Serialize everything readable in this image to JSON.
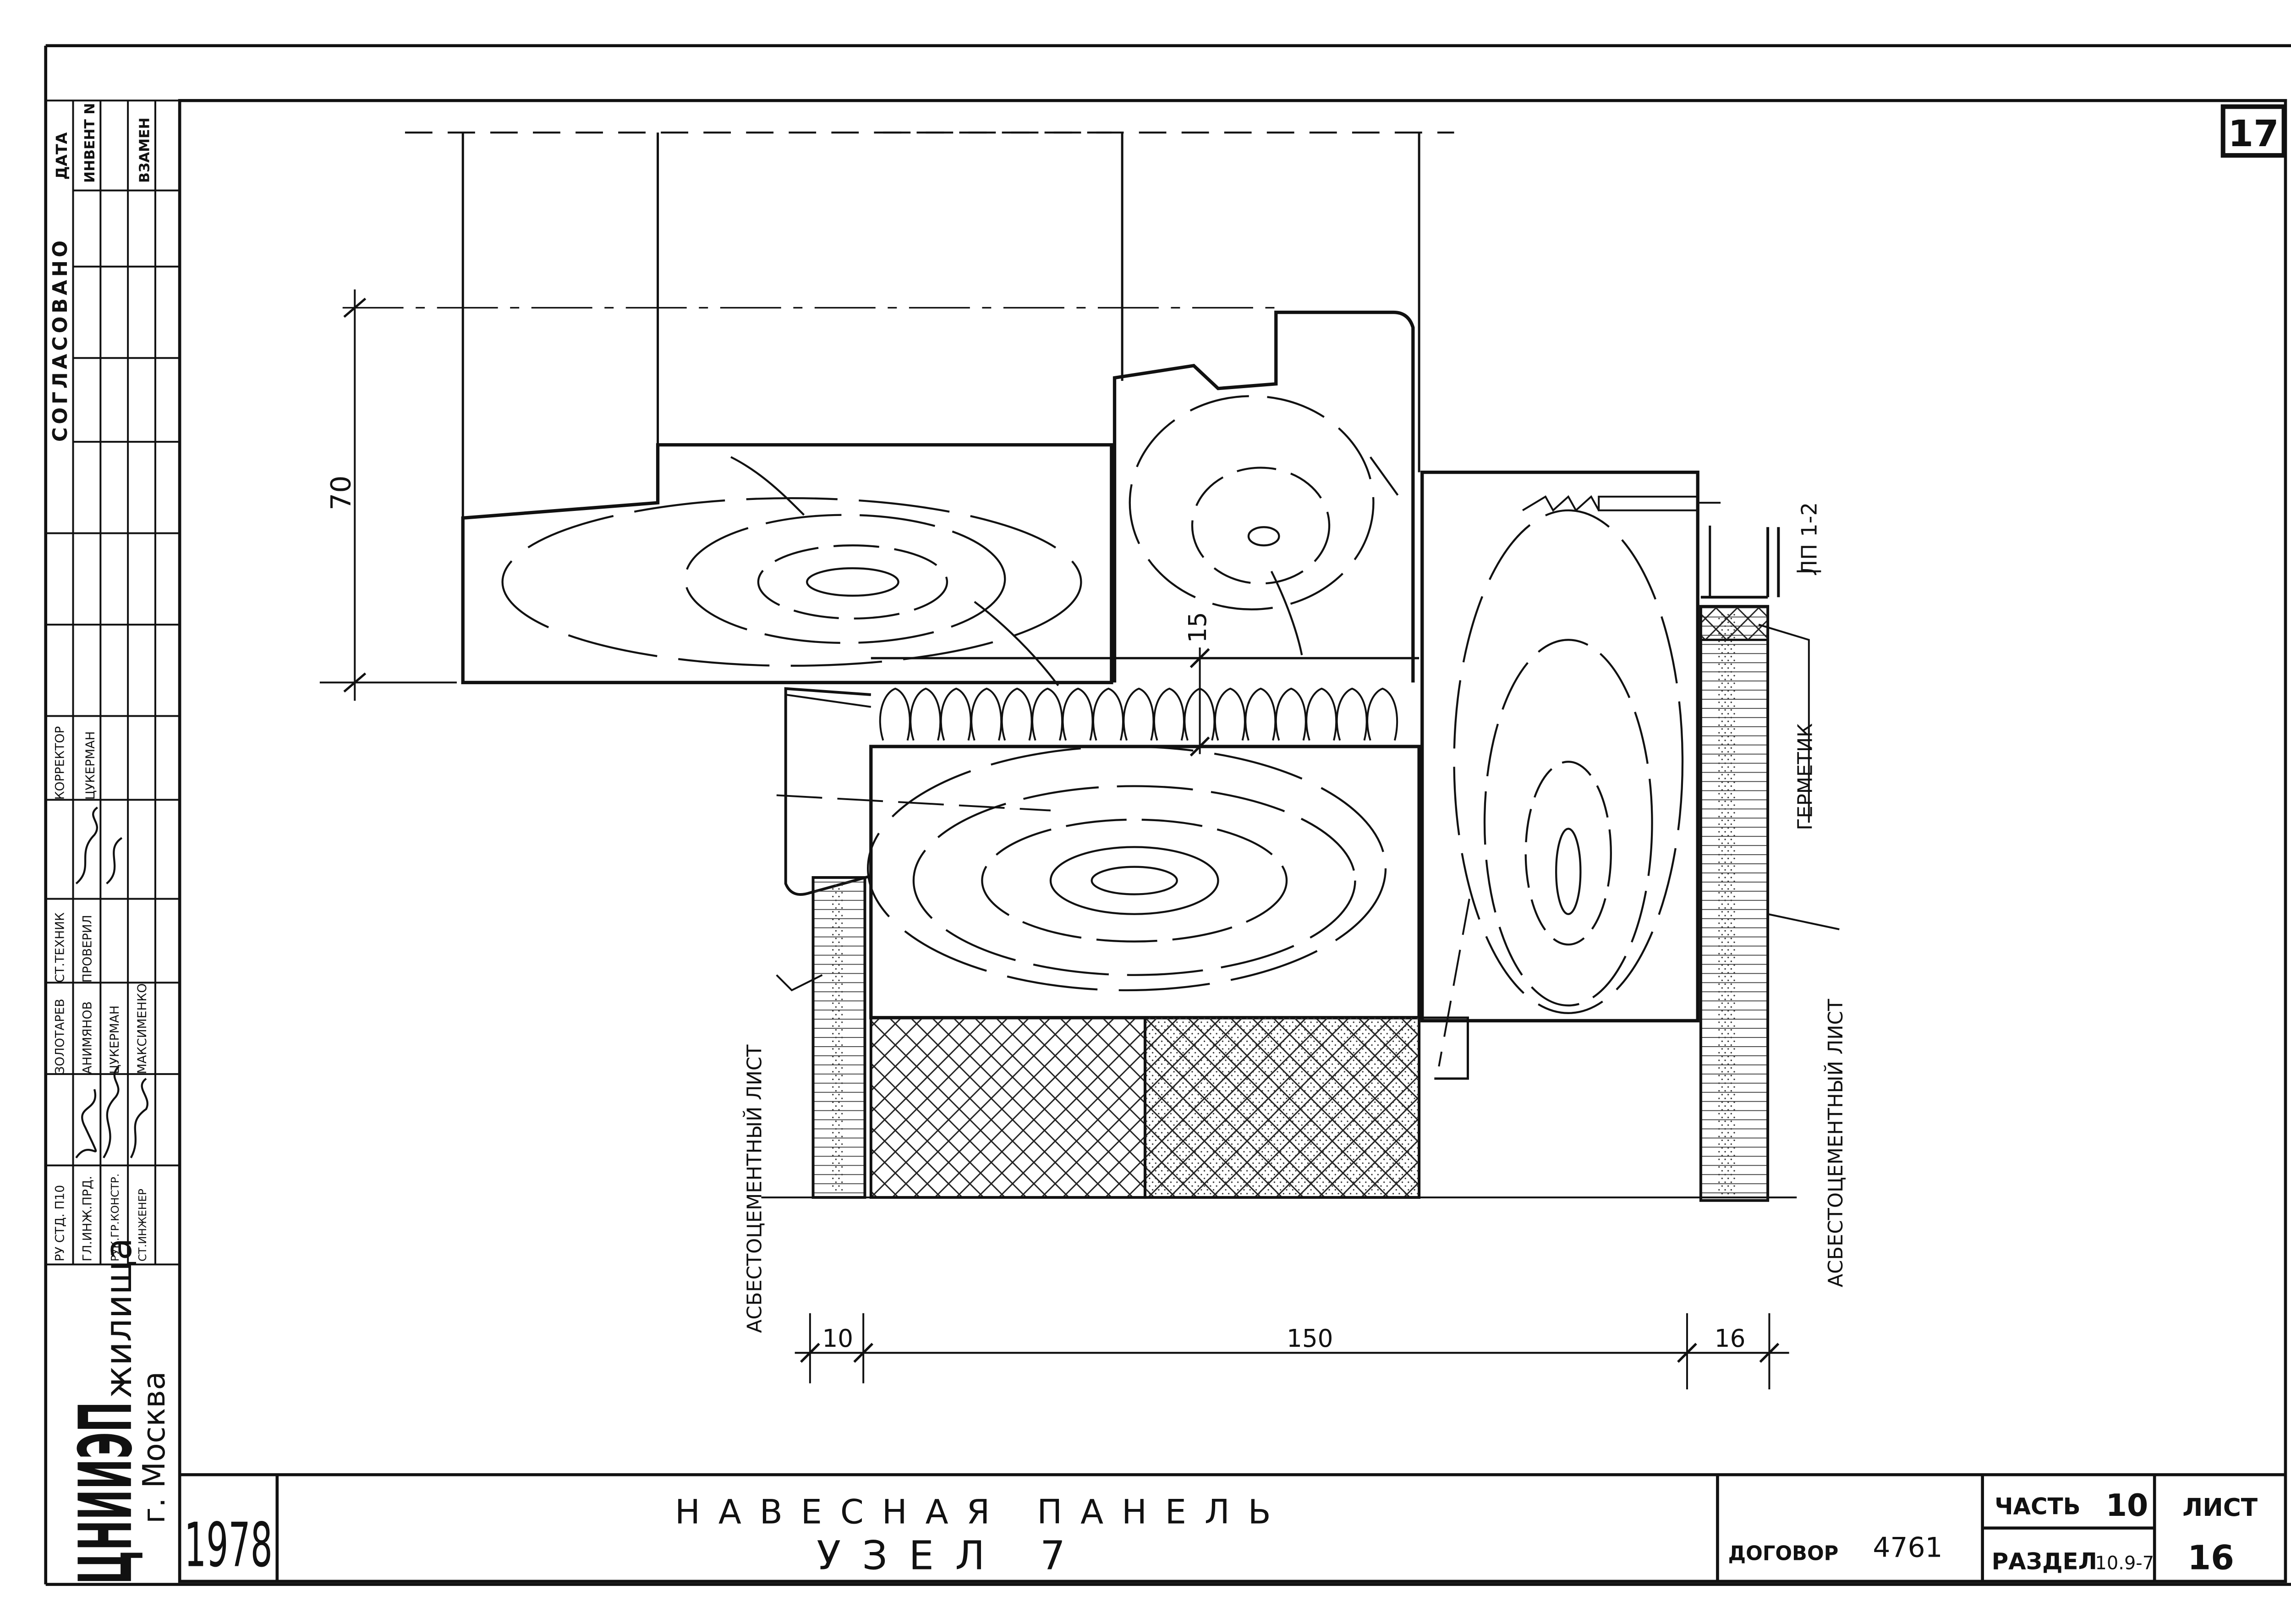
{
  "sheet": {
    "corner_number": "17",
    "year": "1978",
    "org_main": "ЦНИИЭП",
    "org_sub": "жилища",
    "org_city": "г. Москва",
    "title_line1": "НАВЕСНАЯ ПАНЕЛЬ",
    "title_line2": "УЗЕЛ 7",
    "contract_label": "ДОГОВОР",
    "contract_number": "4761",
    "part_label": "ЧАСТЬ",
    "part_number": "10",
    "section_label": "РАЗДЕЛ",
    "section_number": "10.9-7",
    "sheet_label": "ЛИСТ",
    "sheet_number": "16"
  },
  "side_block": {
    "agreed": "СОГЛАСОВАНО",
    "date": "ДАТА",
    "inventory": "ИНВЕНТ N",
    "replaces": "ВЗАМЕН",
    "roles": [
      "РУ СТД. П10",
      "ГЛ.ИНЖ.ПРД.",
      "РУК.ГР.КОНСТР.",
      "СТ.ИНЖЕНЕР",
      "СТ.ТЕХНИК",
      "ПРОВЕРИЛ",
      "КОРРЕКТОР"
    ],
    "names": [
      "ЗОЛОТАРЕВ",
      "АНИМЯНОВ",
      "ЦУКЕРМАН",
      "МАКСИМЕНКО",
      "ЦУКЕРМАН"
    ]
  },
  "drawing": {
    "dim_70": "70",
    "dim_15": "15",
    "dim_10": "10",
    "dim_150": "150",
    "dim_16": "16",
    "label_lp": "ЛП 1-2",
    "label_germetik": "ГЕРМЕТИК",
    "label_sheet_left": "АСБЕСТОЦЕМЕНТНЫЙ ЛИСТ",
    "label_sheet_right": "АСБЕСТОЦЕМЕНТНЫЙ ЛИСТ"
  }
}
